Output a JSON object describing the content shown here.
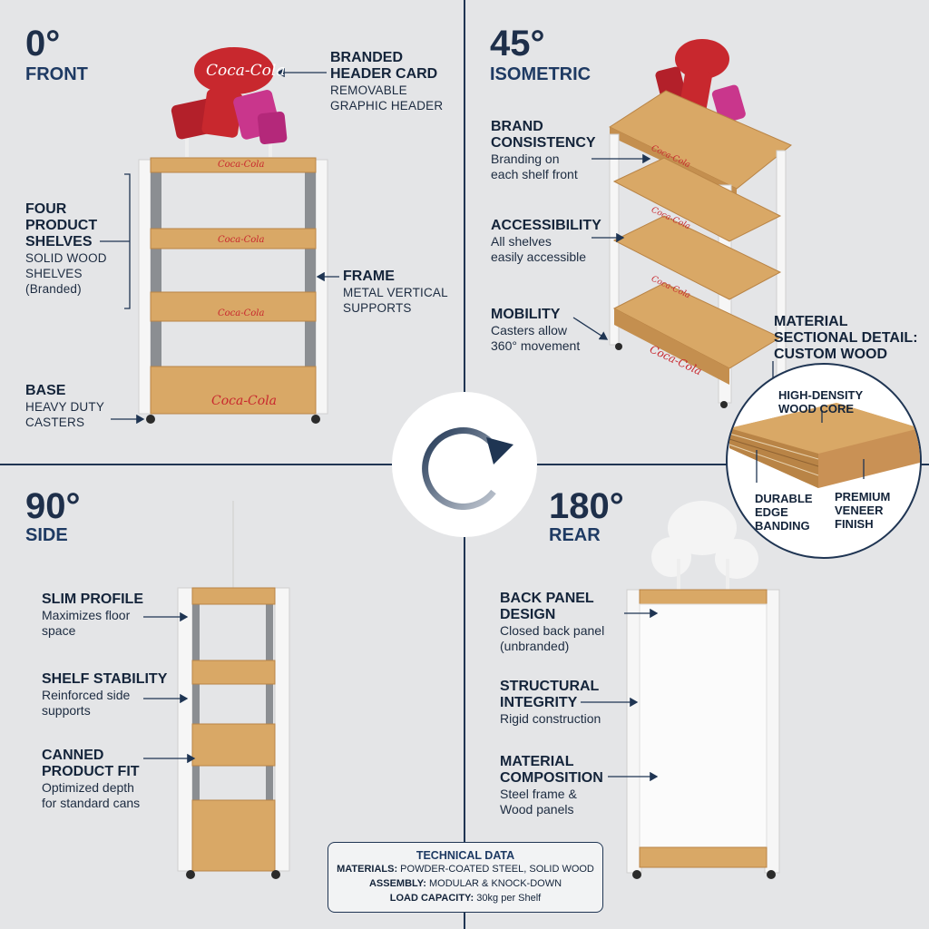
{
  "colors": {
    "navy": "#1e2f4a",
    "wood": "#d9a866",
    "wood_dark": "#b98446",
    "steel": "#f4f4f4",
    "brand_red": "#c8282e",
    "background": "#e4e5e7"
  },
  "front": {
    "angle": "0°",
    "view": "FRONT",
    "header_card": {
      "title": "BRANDED\nHEADER CARD",
      "sub": "REMOVABLE\nGRAPHIC HEADER"
    },
    "shelves": {
      "title": "FOUR\nPRODUCT\nSHELVES",
      "sub": "SOLID WOOD\nSHELVES\n(Branded)"
    },
    "frame": {
      "title": "FRAME",
      "sub": "METAL VERTICAL\nSUPPORTS"
    },
    "base": {
      "title": "BASE",
      "sub": "HEAVY DUTY\nCASTERS"
    },
    "brand_text": "Coca-Cola"
  },
  "isometric": {
    "angle": "45°",
    "view": "ISOMETRIC",
    "brand": {
      "title": "BRAND\nCONSISTENCY",
      "sub": "Branding on\neach shelf front"
    },
    "access": {
      "title": "ACCESSIBILITY",
      "sub": "All shelves\neasily accessible"
    },
    "mobility": {
      "title": "MOBILITY",
      "sub": "Casters allow\n360° movement"
    },
    "material_detail": {
      "title": "MATERIAL\nSECTIONAL DETAIL:\nCUSTOM WOOD",
      "core": "HIGH-DENSITY\nWOOD CORE",
      "edge": "DURABLE\nEDGE\nBANDING",
      "veneer": "PREMIUM\nVENEER\nFINISH"
    }
  },
  "side": {
    "angle": "90°",
    "view": "SIDE",
    "slim": {
      "title": "SLIM PROFILE",
      "sub": "Maximizes floor\nspace"
    },
    "stability": {
      "title": "SHELF STABILITY",
      "sub": "Reinforced side\nsupports"
    },
    "canned": {
      "title": "CANNED\nPRODUCT FIT",
      "sub": "Optimized depth\nfor standard cans"
    }
  },
  "rear": {
    "angle": "180°",
    "view": "REAR",
    "back_panel": {
      "title": "BACK PANEL\nDESIGN",
      "sub": "Closed back panel\n(unbranded)"
    },
    "structural": {
      "title": "STRUCTURAL\nINTEGRITY",
      "sub": "Rigid construction"
    },
    "composition": {
      "title": "MATERIAL\nCOMPOSITION",
      "sub": "Steel frame &\nWood panels"
    }
  },
  "rotate_icon": "rotate-arrow-icon",
  "tech": {
    "title": "TECHNICAL DATA",
    "materials_label": "MATERIALS:",
    "materials": "POWDER-COATED STEEL, SOLID WOOD",
    "assembly_label": "ASSEMBLY:",
    "assembly": "MODULAR & KNOCK-DOWN",
    "load_label": "LOAD CAPACITY:",
    "load": "30kg per Shelf"
  }
}
